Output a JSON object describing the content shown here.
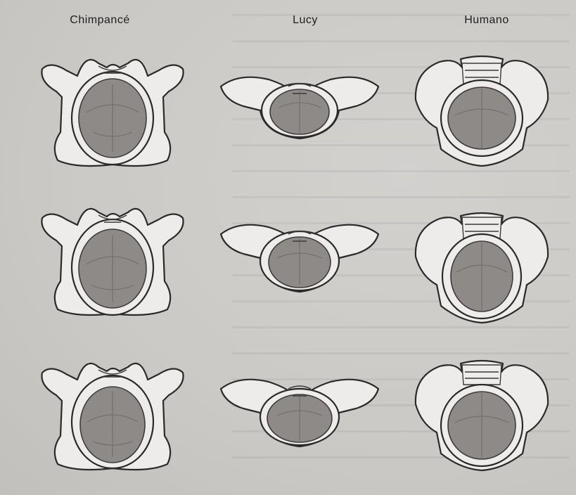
{
  "columns": [
    {
      "label": "Chimpancé"
    },
    {
      "label": "Lucy"
    },
    {
      "label": "Humano"
    }
  ],
  "rows": 3
}
